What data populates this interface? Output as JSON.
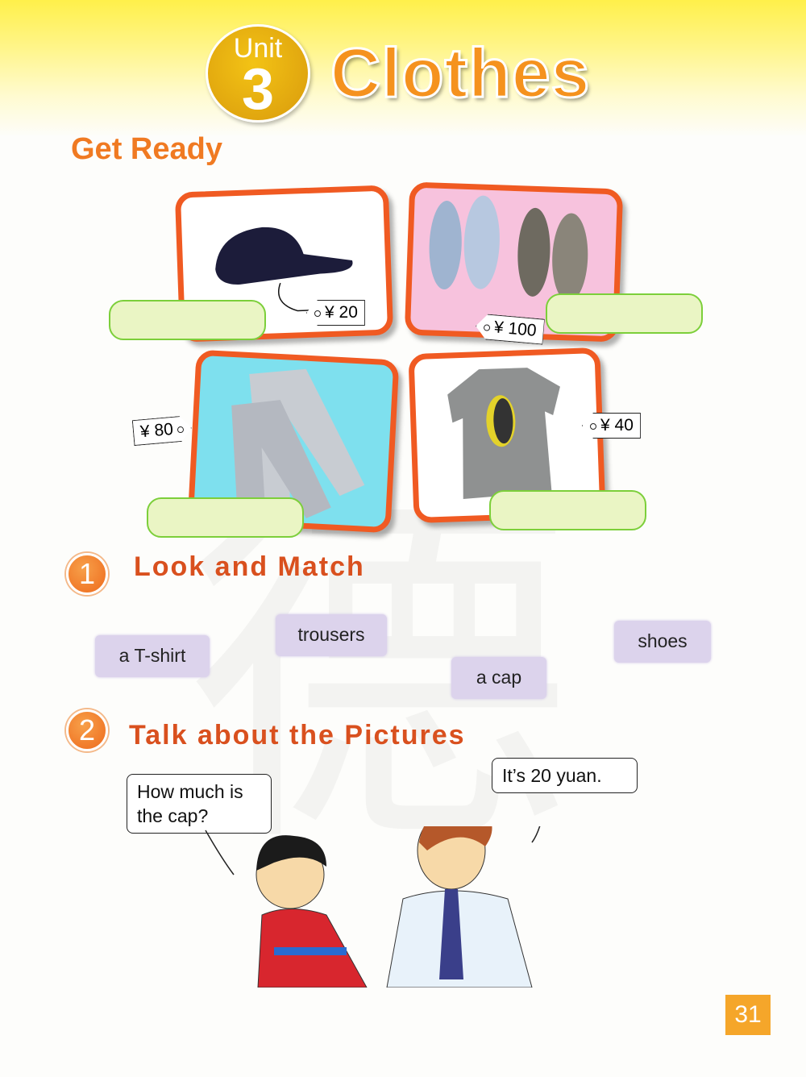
{
  "header": {
    "unit_label": "Unit",
    "unit_number": "3",
    "title": "Clothes"
  },
  "get_ready": {
    "heading": "Get Ready",
    "items": [
      {
        "name": "cap",
        "price": "¥ 20"
      },
      {
        "name": "shoes",
        "price": "¥ 100"
      },
      {
        "name": "trousers",
        "price": "¥ 80"
      },
      {
        "name": "t-shirt",
        "price": "¥ 40"
      }
    ]
  },
  "section1": {
    "number": "1",
    "title": "Look and Match",
    "words": [
      "a T-shirt",
      "trousers",
      "a cap",
      "shoes"
    ]
  },
  "section2": {
    "number": "2",
    "title": "Talk about the Pictures",
    "bubbles": [
      "How much is the cap?",
      "It’s 20 yuan."
    ]
  },
  "page_number": "31"
}
